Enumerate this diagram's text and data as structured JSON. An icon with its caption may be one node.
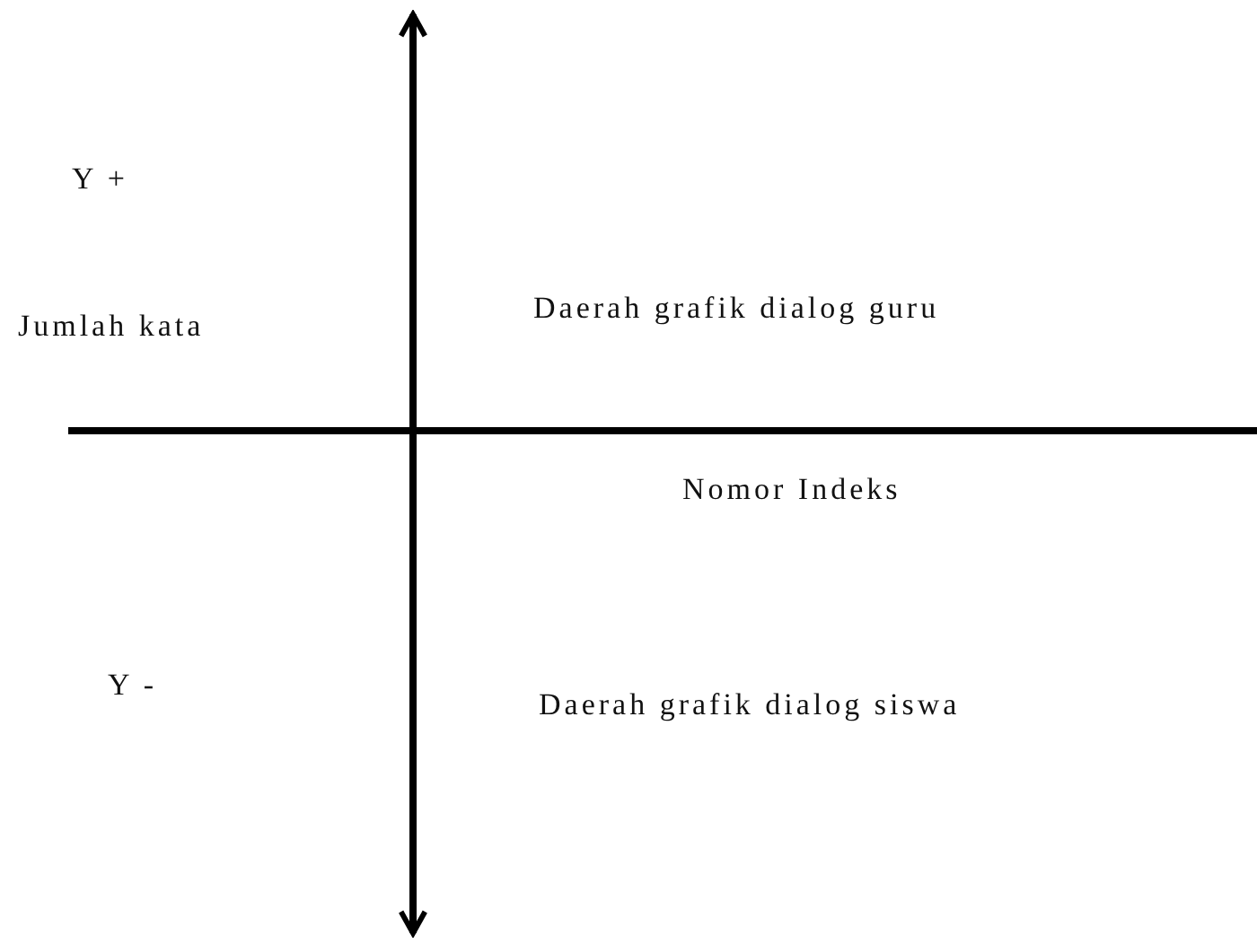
{
  "diagram": {
    "labels": [
      "Y +",
      "Jumlah kata",
      "Daerah grafik dialog guru",
      "Nomor Indeks",
      "Y -",
      "Daerah grafik dialog siswa"
    ]
  }
}
